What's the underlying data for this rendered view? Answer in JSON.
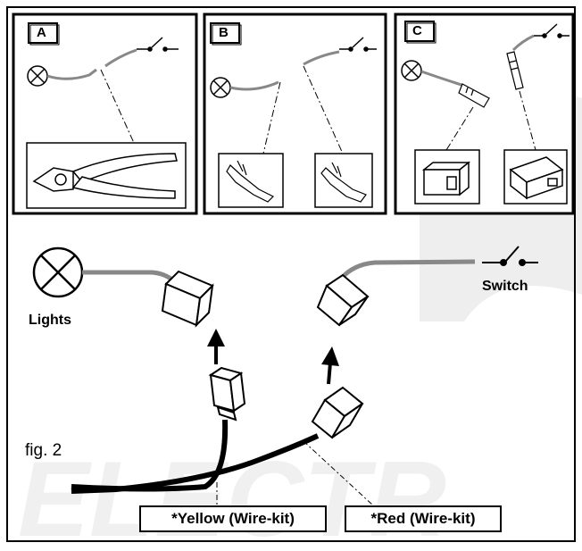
{
  "panels": [
    {
      "letter": "A"
    },
    {
      "letter": "B"
    },
    {
      "letter": "C"
    }
  ],
  "labels": {
    "lights": "Lights",
    "switch": "Switch",
    "figure": "fig. 2",
    "yellow_wire": "*Yellow (Wire-kit)",
    "red_wire": "*Red (Wire-kit)"
  },
  "watermark": "ELECTR"
}
